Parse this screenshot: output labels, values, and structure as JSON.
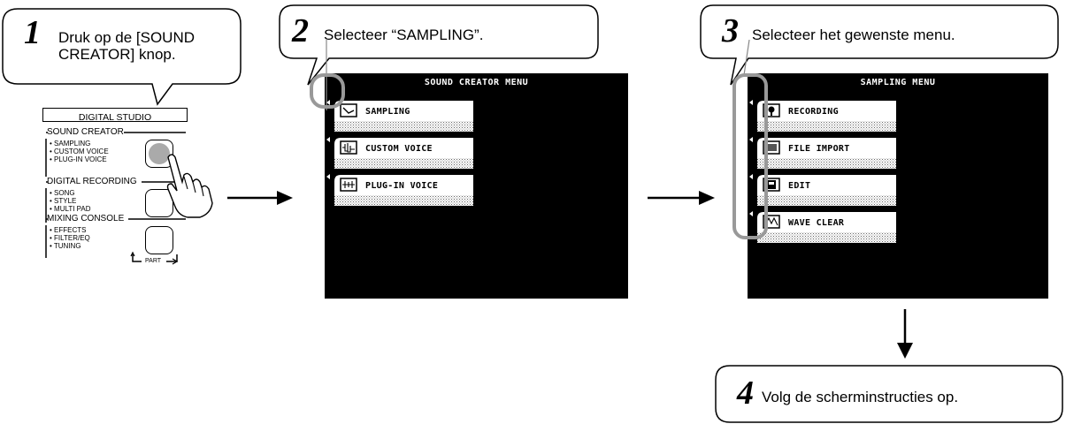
{
  "steps": [
    {
      "num": "1",
      "text_line1": "Druk op de [SOUND",
      "text_line2": "CREATOR] knop."
    },
    {
      "num": "2",
      "text": "Selecteer “SAMPLING”."
    },
    {
      "num": "3",
      "text": "Selecteer het gewenste menu."
    },
    {
      "num": "4",
      "text": "Volg de scherminstructies op."
    }
  ],
  "panel": {
    "title": "DIGITAL STUDIO",
    "groups": [
      {
        "name": "SOUND CREATOR",
        "items": [
          "• SAMPLING",
          "• CUSTOM VOICE",
          "• PLUG-IN VOICE"
        ]
      },
      {
        "name": "DIGITAL RECORDING",
        "items": [
          "• SONG",
          "• STYLE",
          "• MULTI PAD"
        ]
      },
      {
        "name": "MIXING CONSOLE",
        "items": [
          "• EFFECTS",
          "• FILTER/EQ",
          "• TUNING"
        ]
      }
    ],
    "part_label": "PART"
  },
  "screen1": {
    "title": "SOUND CREATOR MENU",
    "items": [
      "SAMPLING",
      "CUSTOM VOICE",
      "PLUG-IN VOICE"
    ]
  },
  "screen2": {
    "title": "SAMPLING MENU",
    "items": [
      "RECORDING",
      "FILE IMPORT",
      "EDIT",
      "WAVE CLEAR"
    ]
  },
  "icons": [
    "right-arrow-icon",
    "down-arrow-icon",
    "hand-pointer-icon",
    "waveform-icon",
    "microphone-icon",
    "disk-icon"
  ]
}
